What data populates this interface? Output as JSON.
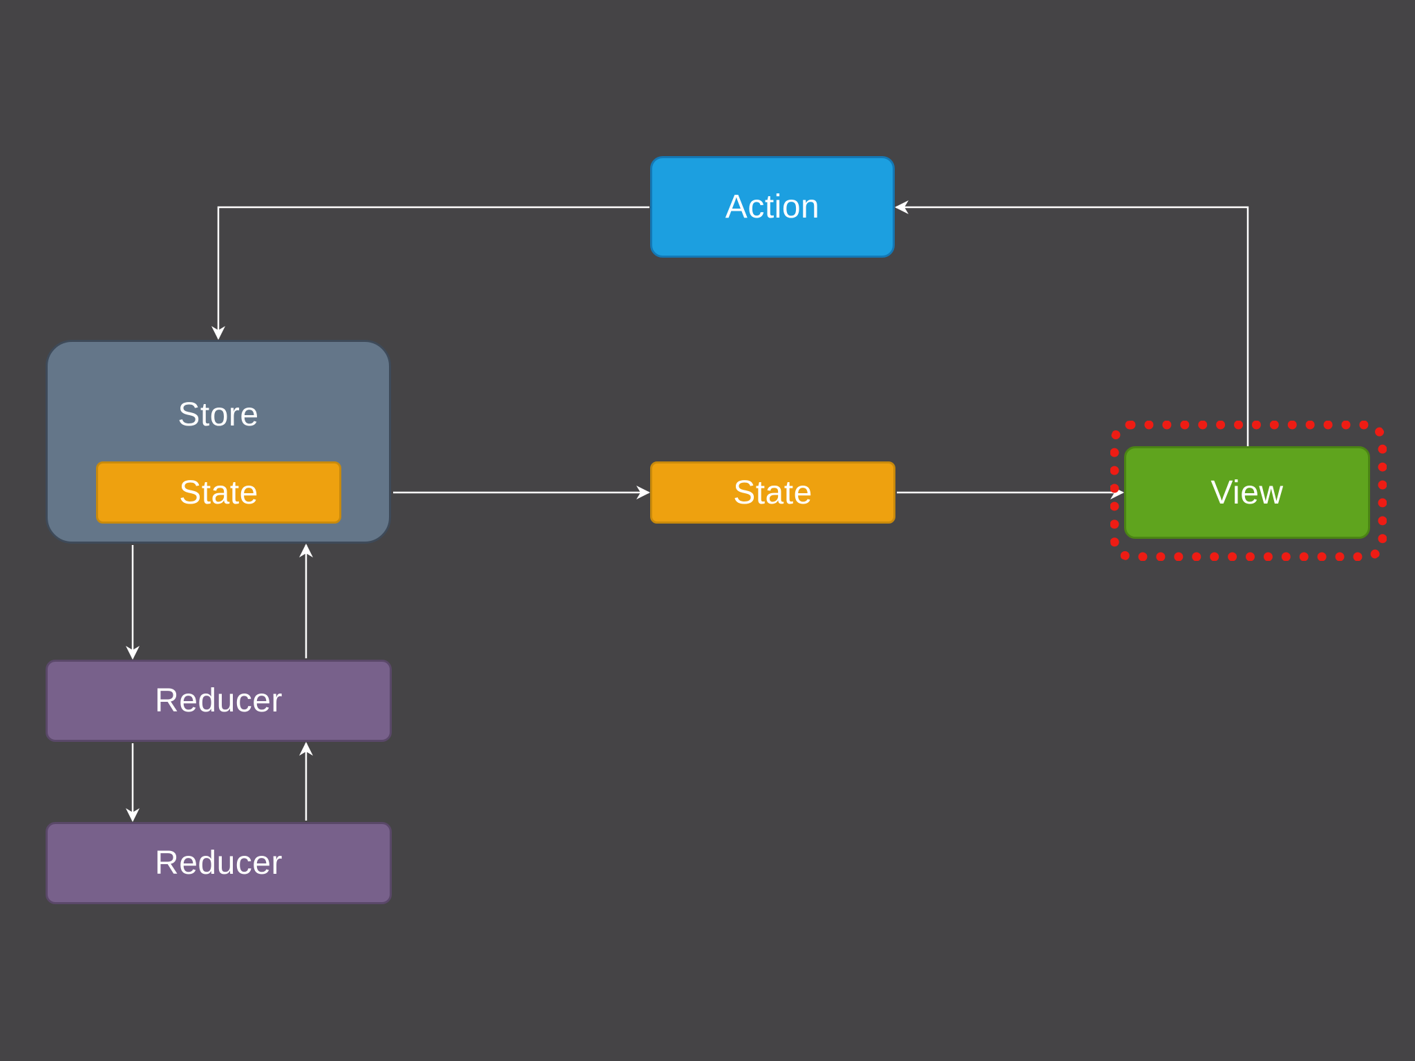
{
  "diagram": {
    "action_label": "Action",
    "store_label": "Store",
    "store_state_label": "State",
    "state_label": "State",
    "view_label": "View",
    "reducer_labels": [
      "Reducer",
      "Reducer"
    ]
  },
  "colors": {
    "background": "#454446",
    "action": "#1c9fe0",
    "store": "#647689",
    "state": "#eea10f",
    "view": "#5fa41e",
    "reducer": "#78618b",
    "arrow": "#ffffff",
    "highlight": "#ee1c14"
  }
}
